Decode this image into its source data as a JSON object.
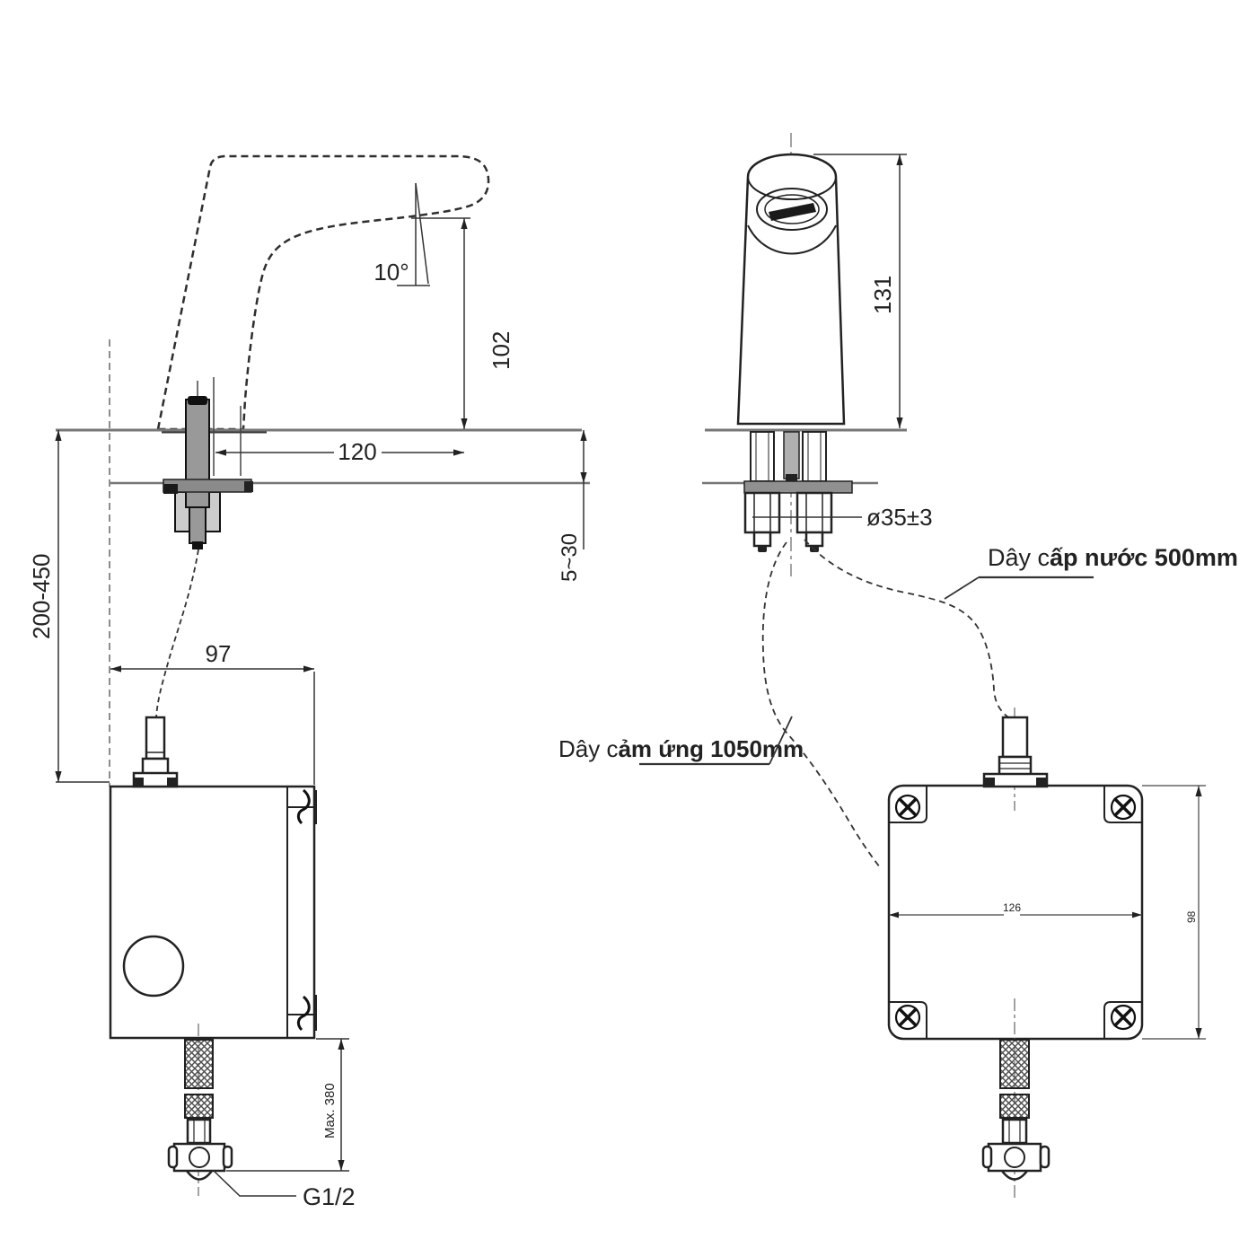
{
  "drawing": {
    "side": {
      "angle": "10°",
      "height_102": "102",
      "reach_120": "120",
      "deck_5_30": "5~30",
      "range_200_450": "200-450",
      "box_97": "97",
      "max_380": "Max. 380",
      "g12": "G1/2"
    },
    "front": {
      "height_131": "131",
      "dia_35": "ø35±3",
      "supply_prefix": "Dây c",
      "supply_bold": "ấp nước 500mm",
      "sensor_prefix": "Dây c",
      "sensor_bold": "ảm ứng 1050mm",
      "box_w_126": "126",
      "box_h_98": "98"
    }
  }
}
